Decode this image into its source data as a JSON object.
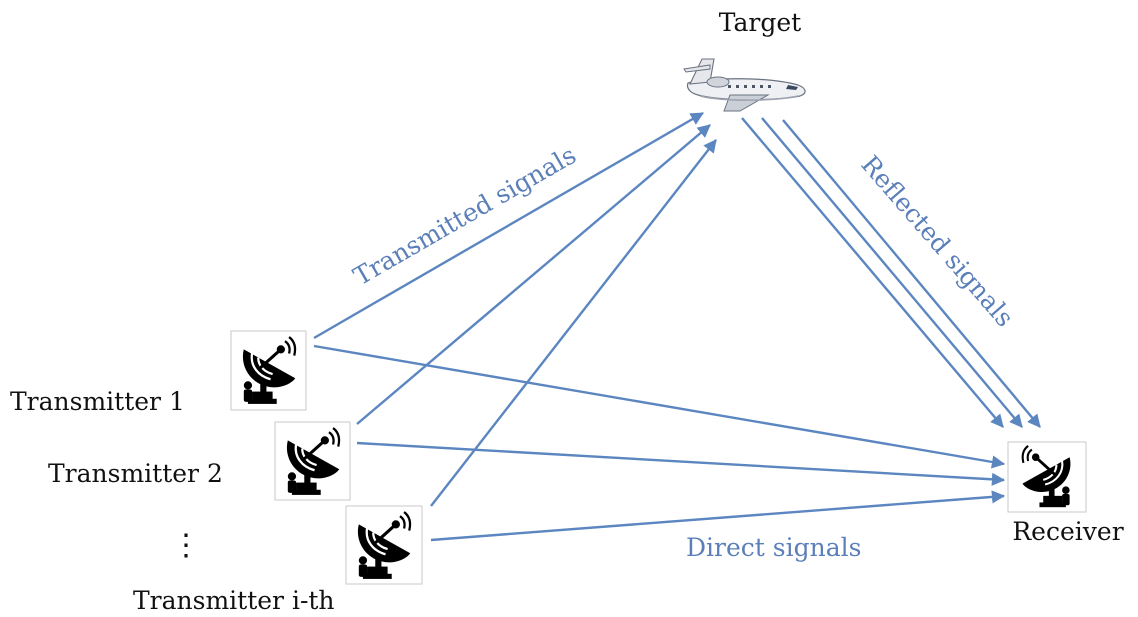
{
  "nodes": {
    "target": {
      "label": "Target"
    },
    "transmitter_1": {
      "label": "Transmitter 1"
    },
    "transmitter_2": {
      "label": "Transmitter 2"
    },
    "transmitter_i": {
      "label": "Transmitter i-th"
    },
    "ellipsis": {
      "label": "⋮"
    },
    "receiver": {
      "label": "Receiver"
    }
  },
  "signals": {
    "transmitted": "Transmitted signals",
    "reflected": "Reflected signals",
    "direct": "Direct signals"
  },
  "colors": {
    "arrow": "#5b86c0",
    "signal_text": "#5b7fb8",
    "label_text": "#111111"
  },
  "icons": {
    "target": "airplane-icon",
    "transmitters": "satellite-dish-icon",
    "receiver": "satellite-dish-icon"
  }
}
